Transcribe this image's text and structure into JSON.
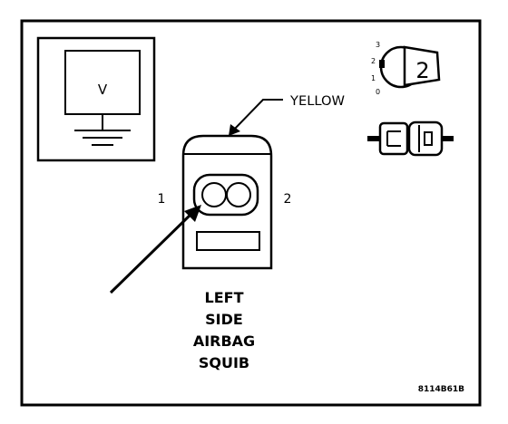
{
  "meter": {
    "symbol": "V"
  },
  "connector": {
    "wire_color_label": "YELLOW",
    "pin_left": "1",
    "pin_right": "2"
  },
  "component_label": [
    "LEFT",
    "SIDE",
    "AIRBAG",
    "SQUIB"
  ],
  "key_icon": {
    "dial_value": "2",
    "scale": [
      "3",
      "2",
      "1",
      "0"
    ]
  },
  "figure_id": "8114B61B"
}
